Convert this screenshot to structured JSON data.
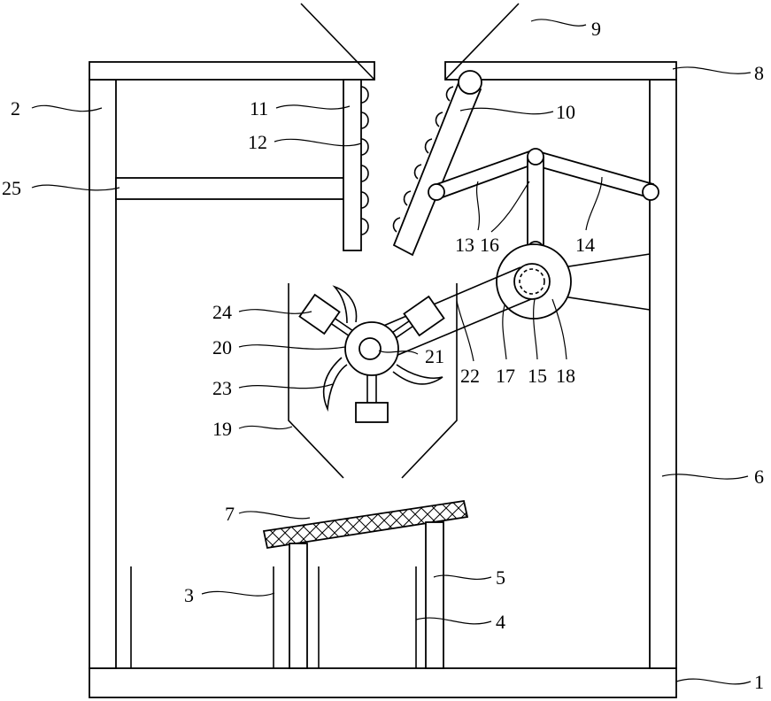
{
  "labels": {
    "l1": "1",
    "l2": "2",
    "l3": "3",
    "l4": "4",
    "l5": "5",
    "l6": "6",
    "l7": "7",
    "l8": "8",
    "l9": "9",
    "l10": "10",
    "l11": "11",
    "l12": "12",
    "l13": "13",
    "l14": "14",
    "l15": "15",
    "l16": "16",
    "l17": "17",
    "l18": "18",
    "l19": "19",
    "l20": "20",
    "l21": "21",
    "l22": "22",
    "l23": "23",
    "l24": "24",
    "l25": "25"
  }
}
